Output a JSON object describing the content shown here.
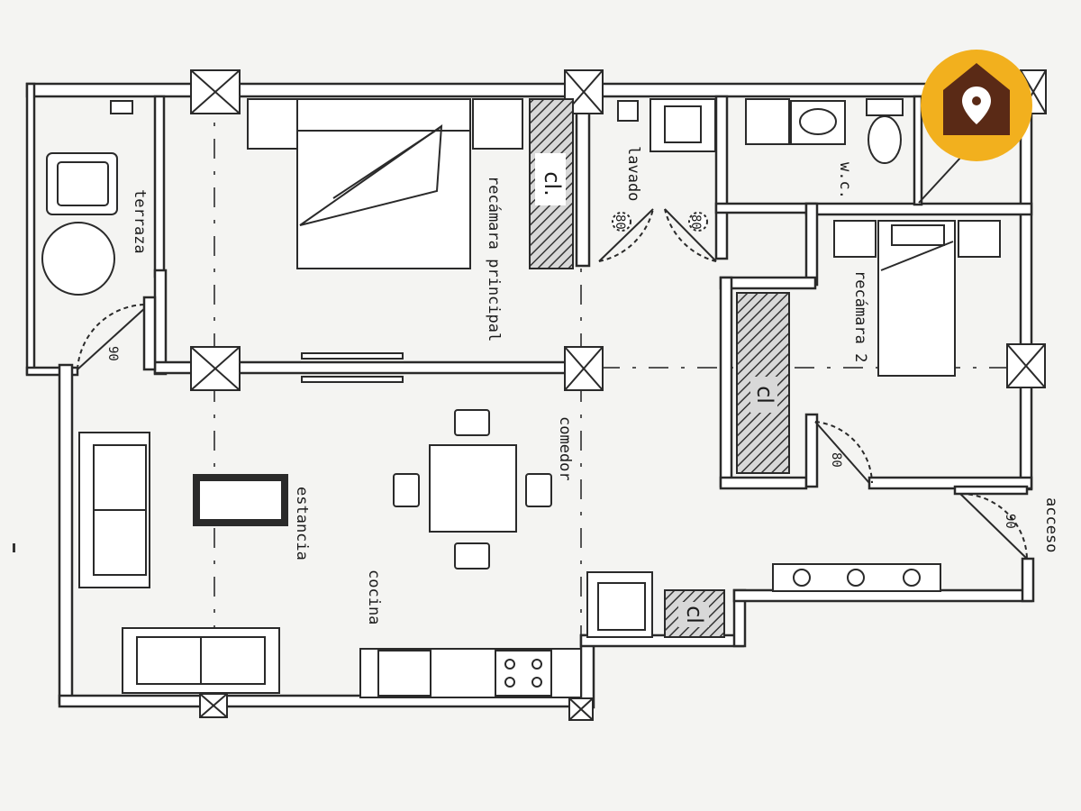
{
  "rooms": {
    "terraza": "terraza",
    "recamara_principal": "recámara principal",
    "lavado": "lavado",
    "wc": "w.c.",
    "recamara_2": "recámara 2",
    "comedor": "comedor",
    "estancia": "estancia",
    "cocina": "cocina",
    "acceso": "acceso"
  },
  "closets": {
    "principal": "cl.",
    "recamara_2": "cl",
    "cocina": "cl"
  },
  "door_sizes": {
    "terraza": "90",
    "lavado_left": "80",
    "lavado_right": "80",
    "recamara_2": "80",
    "acceso": "90"
  },
  "badge": {
    "icon": "home-location-icon",
    "color": "#f2b01e",
    "house_color": "#5a2a16"
  }
}
